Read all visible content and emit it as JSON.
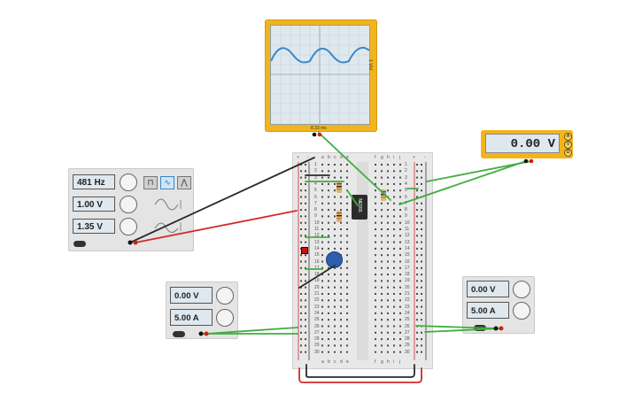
{
  "function_generator": {
    "frequency": "481 Hz",
    "amplitude": "1.00 V",
    "offset": "1.35 V",
    "waveforms": [
      "square",
      "sine",
      "triangle"
    ],
    "selected_waveform": "sine"
  },
  "power_supply_left": {
    "voltage": "0.00 V",
    "current": "5.00 A"
  },
  "power_supply_right": {
    "voltage": "0.00 V",
    "current": "5.00 A"
  },
  "multimeter": {
    "reading": "0.00 V",
    "modes": [
      "A",
      "V",
      "Ω"
    ]
  },
  "oscilloscope": {
    "time_label": "8.33 ms",
    "volt_label": "1 V/d"
  },
  "ic": {
    "label": "NE555"
  },
  "breadboard": {
    "columns_left": [
      "a",
      "b",
      "c",
      "d",
      "e"
    ],
    "columns_right": [
      "f",
      "g",
      "h",
      "i",
      "j"
    ],
    "rows": [
      "1",
      "2",
      "3",
      "4",
      "5",
      "6",
      "7",
      "8",
      "9",
      "10",
      "11",
      "12",
      "13",
      "14",
      "15",
      "16",
      "17",
      "18",
      "19",
      "20",
      "21",
      "22",
      "23",
      "24",
      "25",
      "26",
      "27",
      "28",
      "29",
      "30"
    ],
    "rail_plus": "+",
    "rail_minus": "-"
  },
  "colors": {
    "wire_green": "#3fae3f",
    "wire_red": "#d42a2a",
    "wire_black": "#2a2a2a",
    "instrument_yellow": "#f2b41c",
    "waveform_blue": "#3a87c8"
  }
}
